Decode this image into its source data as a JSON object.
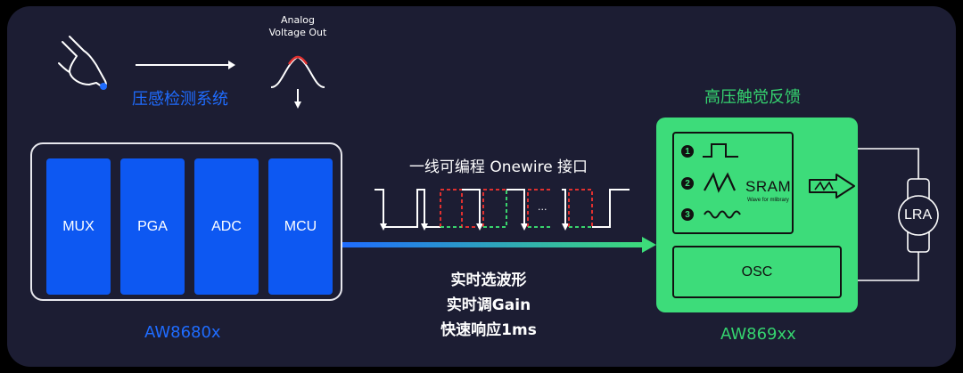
{
  "sensing": {
    "analog_caption_line1": "Analog",
    "analog_caption_line2": "Voltage Out",
    "label": "压感检测系统"
  },
  "left_chip": {
    "blocks": [
      "MUX",
      "PGA",
      "ADC",
      "MCU"
    ],
    "name": "AW8680x"
  },
  "bus": {
    "label": "一线可编程 Onewire 接口",
    "ellipsis": "···"
  },
  "features": [
    "实时选波形",
    "实时调Gain",
    "快速响应1ms"
  ],
  "right_chip": {
    "section_title": "高压触觉反馈",
    "bullets": [
      "1",
      "2",
      "3"
    ],
    "sram_title": "SRAM",
    "sram_sub": "Wave for mlibrary",
    "osc": "OSC",
    "name": "AW869xx"
  },
  "actuator": {
    "label": "LRA"
  },
  "colors": {
    "background": "#1c1d33",
    "blue_accent": "#1f6cff",
    "green_accent": "#3ddc7a",
    "red_wave": "#e0302f",
    "green_wave": "#39d36d"
  }
}
